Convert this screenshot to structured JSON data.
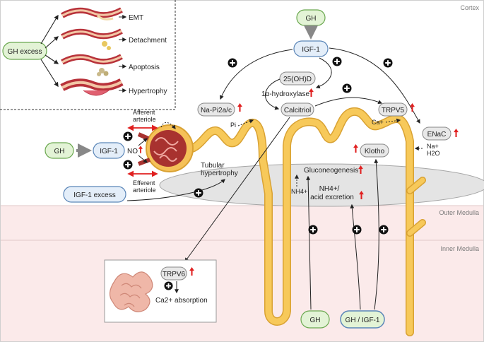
{
  "zones": {
    "cortex": "Cortex",
    "outer_medulla": "Outer Medulla",
    "inner_medulla": "Inner Medulla"
  },
  "inset": {
    "source": "GH excess",
    "effects": [
      "EMT",
      "Detachment",
      "Apoptosis",
      "Hypertrophy"
    ]
  },
  "glomerulus": {
    "gh": "GH",
    "igf1": "IGF-1",
    "no": "NO",
    "afferent_line1": "Afferent",
    "afferent_line2": "arteriole",
    "efferent_line1": "Efferent",
    "efferent_line2": "arteriole"
  },
  "igf1_excess": "IGF-1 excess",
  "tubular_line1": "Tubular",
  "tubular_line2": "hypertrophy",
  "top": {
    "gh": "GH",
    "igf1": "IGF-1"
  },
  "labels": {
    "vitd": "25(OH)D",
    "hydroxylase": "1α-hydroxylase",
    "calcitriol": "Calcitriol",
    "napi": "Na-Pi2a/c",
    "pi": "Pi",
    "trpv5": "TRPV5",
    "ca": "Ca+",
    "enac": "ENaC",
    "na": "Na+",
    "h2o": "H2O",
    "klotho": "Klotho",
    "gluconeogenesis": "Gluconeogenesis",
    "nh4": "NH4+",
    "acid_line1": "NH4+/",
    "acid_line2": "acid excretion",
    "trpv6": "TRPV6",
    "ca_absorption": "Ca2+ absorption"
  },
  "bottom": {
    "gh": "GH",
    "gh_igf1": "GH / IGF-1"
  },
  "colors": {
    "green_fill": "#e3f3d6",
    "green_stroke": "#6aa84f",
    "blue_fill": "#e4eef9",
    "blue_stroke": "#5b86b8",
    "tubule_fill": "#f7c95a",
    "tubule_stroke": "#d9a233",
    "medulla": "#fbeaea",
    "up_arrow": "#e02020"
  }
}
